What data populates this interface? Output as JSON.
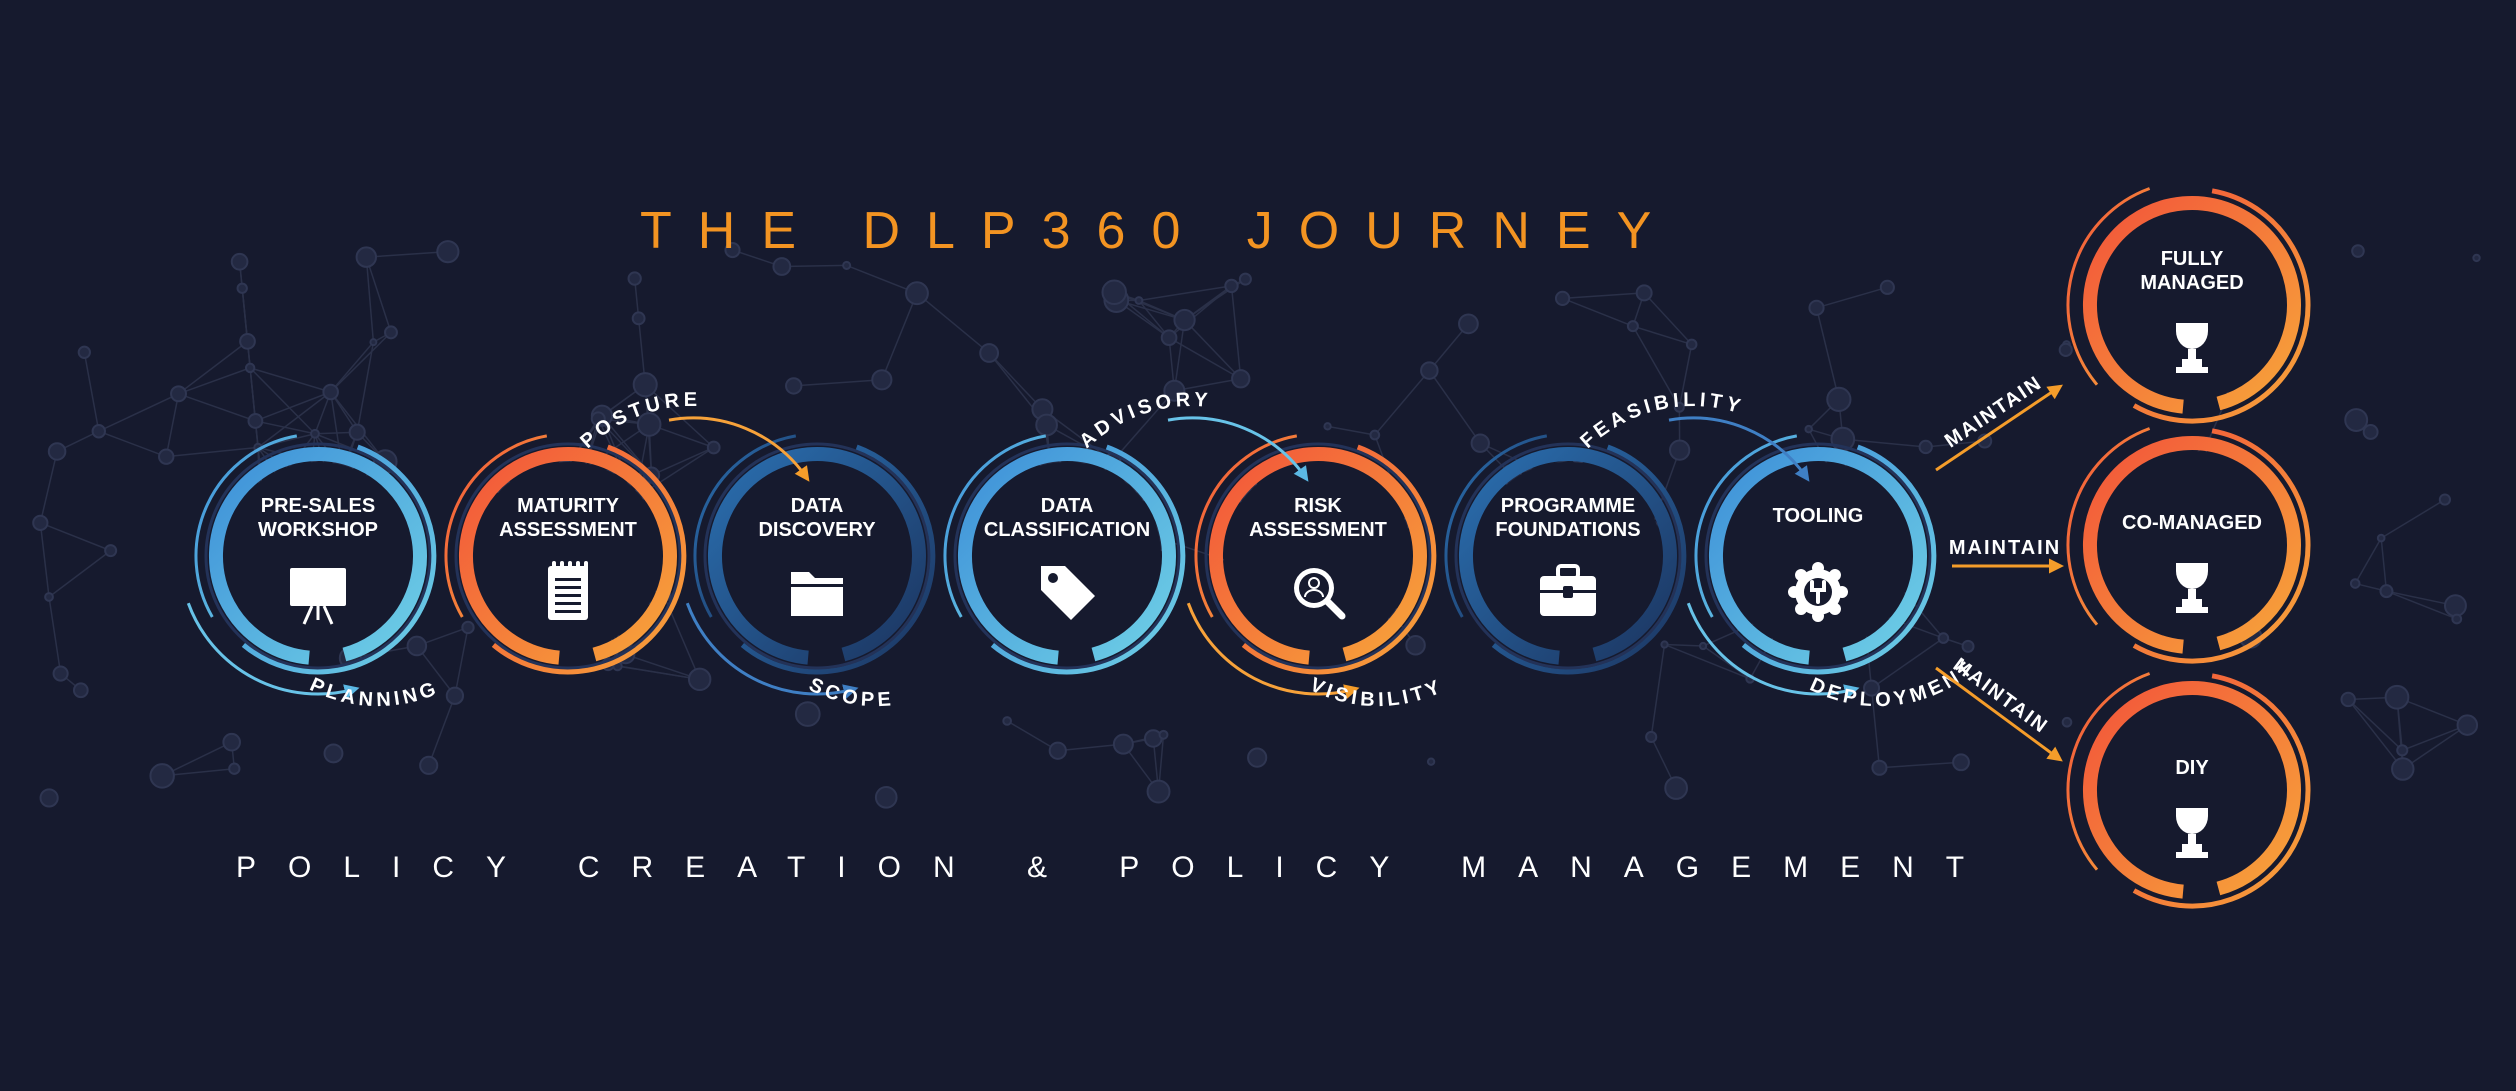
{
  "title": "THE DLP360 JOURNEY",
  "subtitle": "POLICY CREATION & POLICY MANAGEMENT",
  "colors": {
    "background": "#161a2e",
    "title": "#f39422",
    "blue": "#4aa8e0",
    "blue_light": "#68c3e8",
    "orange": "#f26a36",
    "orange_light": "#f7a23a",
    "navy": "#1f3b66",
    "white": "#ffffff"
  },
  "stages": [
    {
      "label_lines": [
        "PRE-SALES",
        "WORKSHOP"
      ],
      "icon": "presentation-board-icon",
      "theme": "blue"
    },
    {
      "label_lines": [
        "MATURITY",
        "ASSESSMENT"
      ],
      "icon": "notepad-icon",
      "theme": "orange"
    },
    {
      "label_lines": [
        "DATA",
        "DISCOVERY"
      ],
      "icon": "folder-icon",
      "theme": "navy"
    },
    {
      "label_lines": [
        "DATA",
        "CLASSIFICATION"
      ],
      "icon": "tag-icon",
      "theme": "blue"
    },
    {
      "label_lines": [
        "RISK",
        "ASSESSMENT"
      ],
      "icon": "magnifier-user-icon",
      "theme": "orange"
    },
    {
      "label_lines": [
        "PROGRAMME",
        "FOUNDATIONS"
      ],
      "icon": "briefcase-icon",
      "theme": "navy"
    },
    {
      "label_lines": [
        "TOOLING"
      ],
      "icon": "gear-wrench-icon",
      "theme": "blue"
    }
  ],
  "connectors": [
    {
      "label": "PLANNING",
      "position": "bottom",
      "theme": "blue"
    },
    {
      "label": "POSTURE",
      "position": "top",
      "theme": "orange"
    },
    {
      "label": "SCOPE",
      "position": "bottom",
      "theme": "navy"
    },
    {
      "label": "ADVISORY",
      "position": "top",
      "theme": "blue"
    },
    {
      "label": "VISIBILITY",
      "position": "bottom",
      "theme": "orange"
    },
    {
      "label": "FEASIBILITY",
      "position": "top",
      "theme": "navy"
    },
    {
      "label": "DEPLOYMENT",
      "position": "bottom",
      "theme": "blue"
    }
  ],
  "outcomes": [
    {
      "label_lines": [
        "FULLY",
        "MANAGED"
      ],
      "icon": "trophy-icon",
      "branch_label": "MAINTAIN"
    },
    {
      "label_lines": [
        "CO-MANAGED"
      ],
      "icon": "trophy-icon",
      "branch_label": "MAINTAIN"
    },
    {
      "label_lines": [
        "DIY"
      ],
      "icon": "trophy-icon",
      "branch_label": "MAINTAIN"
    }
  ]
}
